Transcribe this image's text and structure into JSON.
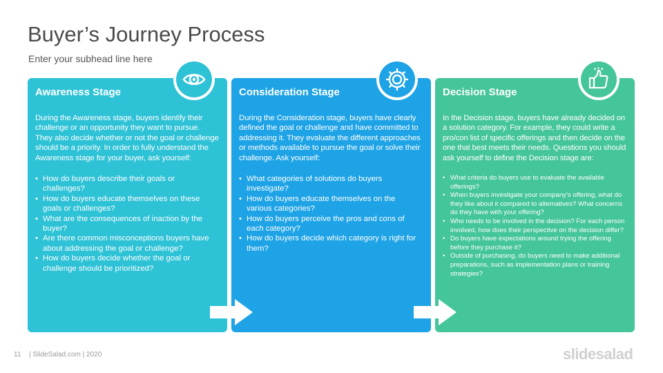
{
  "header": {
    "title": "Buyer’s Journey Process",
    "subtitle": "Enter your subhead line here"
  },
  "stages": [
    {
      "title": "Awareness Stage",
      "icon": "eye-icon",
      "color": "#2ec2d6",
      "body": "During the Awareness stage, buyers identify their challenge or an opportunity they want to pursue. They also decide whether or not the goal or challenge should be a priority. In order to fully understand the Awareness stage for your buyer, ask yourself:",
      "bullets": [
        "How do buyers describe  their goals or challenges?",
        "How do buyers educate themselves  on these goals or challenges?",
        "What are the consequences of inaction by the buyer?",
        "Are there common misconceptions buyers have about addressing the goal or challenge?",
        "How do buyers decide whether the goal or challenge should be prioritized?"
      ]
    },
    {
      "title": "Consideration Stage",
      "icon": "gear-icon",
      "color": "#1ea3e6",
      "body": "During the Consideration stage, buyers have clearly defined the goal or challenge and have committed to addressing it. They evaluate the different approaches or methods available to pursue the goal or solve their challenge. Ask yourself:",
      "bullets": [
        "What categories of solutions do buyers investigate?",
        "How do buyers educate themselves  on the various categories?",
        "How do buyers perceive  the pros and cons of each category?",
        "How do buyers decide which category is right for them?"
      ]
    },
    {
      "title": "Decision  Stage",
      "icon": "thumbs-up-icon",
      "color": "#45c59a",
      "body": "In the Decision stage, buyers have already decided on a solution category. For example, they could write a pro/con list of specific offerings and then decide on the one that best meets their needs. Questions you should ask yourself to define the Decision stage are:",
      "bullets": [
        "What criteria do buyers use to evaluate the available offerings?",
        "When buyers investigate your company’s offering, what do they like about it compared to alternatives? What concerns do they have with your offering?",
        "Who needs to be involved in the decision? For each person involved, how does their perspective on the decision differ?",
        "Do buyers have expectations around trying the offering before they purchase it?",
        "Outside of purchasing, do buyers need to make additional preparations, such as implementation plans or training strategies?"
      ]
    }
  ],
  "footer": {
    "page_number": "11",
    "text": "| SlideSalad.com | 2020",
    "logo": "slidesalad"
  }
}
